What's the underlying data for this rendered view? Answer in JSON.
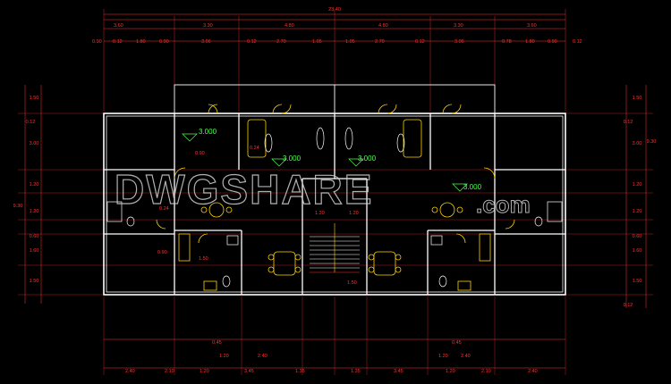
{
  "drawing": {
    "overall_width": "23.40",
    "top_dims_row1": [
      "3.60",
      "3.30",
      "4.80",
      "4.80",
      "3.30",
      "3.60"
    ],
    "top_dims_row2": [
      "0.90",
      "0.12",
      "1.80",
      "0.90",
      "3.06",
      "0.12",
      "2.70",
      "1.05",
      "1.05",
      "2.70",
      "0.12",
      "3.06",
      "0.78",
      "1.80",
      "0.90",
      "0.12"
    ],
    "left_dims": [
      "1.50",
      "0.12",
      "3.00",
      "1.20",
      "1.20",
      "0.60",
      "1.60",
      "1.50"
    ],
    "left_total": "9.30",
    "right_dims": [
      "1.50",
      "0.12",
      "3.00",
      "1.20",
      "1.20",
      "0.60",
      "1.60",
      "1.50",
      "0.12"
    ],
    "right_total": "9.30",
    "bottom_dims_row1": [
      "0.45",
      "1.20",
      "2.40",
      "0.45",
      "1.20",
      "2.40"
    ],
    "bottom_dims_row2": [
      "2.40",
      "2.10",
      "1.20",
      "3.45",
      "1.35",
      "1.35",
      "3.45",
      "1.20",
      "2.10",
      "2.40"
    ],
    "interior_dims": [
      "0.24",
      "0.90",
      "0.24",
      "0.90",
      "1.20",
      "1.20",
      "1.50",
      "1.50"
    ],
    "level_marks": [
      "3.000",
      "3.000",
      "3.000",
      "3.000"
    ],
    "watermark": "DWGSHARE",
    "watermark_suffix": ".com"
  },
  "colors": {
    "background": "#000000",
    "walls": "#ffffff",
    "dimensions": "#ff3030",
    "furniture": "#ffd400",
    "fixtures": "#00e5ff",
    "levels": "#4cff4c"
  }
}
